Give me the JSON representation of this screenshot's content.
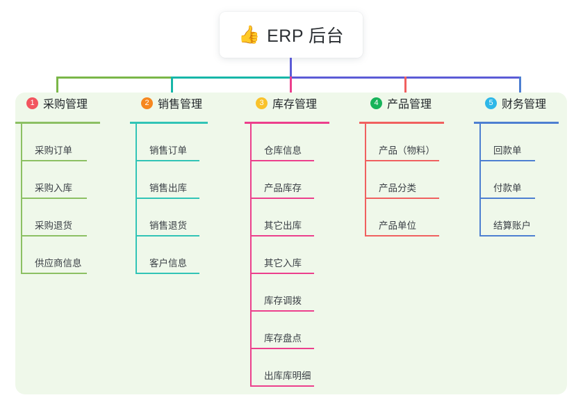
{
  "page": {
    "background": "#ffffff",
    "panel_background": "#eff8ea"
  },
  "title": {
    "icon": "thumbs-up-icon",
    "icon_glyph": "👍",
    "text": "ERP 后台"
  },
  "trunk": {
    "stem_color": "#5b5bd6",
    "segments": [
      {
        "name": "segment-green",
        "color": "#7ab648"
      },
      {
        "name": "segment-teal",
        "color": "#17b6a8"
      },
      {
        "name": "segment-purple",
        "color": "#5b5bd6"
      }
    ]
  },
  "columns": [
    {
      "index": "1",
      "badge_color": "#f2555f",
      "line_color": "#8cc063",
      "title": "采购管理",
      "items": [
        "采购订单",
        "采购入库",
        "采购退货",
        "供应商信息"
      ]
    },
    {
      "index": "2",
      "badge_color": "#f6871f",
      "line_color": "#31c4b6",
      "title": "销售管理",
      "items": [
        "销售订单",
        "销售出库",
        "销售退货",
        "客户信息"
      ]
    },
    {
      "index": "3",
      "badge_color": "#f9c22b",
      "line_color": "#ec3f8c",
      "title": "库存管理",
      "items": [
        "仓库信息",
        "产品库存",
        "其它出库",
        "其它入库",
        "库存调拨",
        "库存盘点",
        "出库库明细"
      ]
    },
    {
      "index": "4",
      "badge_color": "#17b35a",
      "line_color": "#f0605f",
      "title": "产品管理",
      "items": [
        "产品（物料）",
        "产品分类",
        "产品单位"
      ]
    },
    {
      "index": "5",
      "badge_color": "#2eb7e8",
      "line_color": "#4d7fd1",
      "title": "财务管理",
      "items": [
        "回款单",
        "付款单",
        "结算账户"
      ]
    }
  ]
}
